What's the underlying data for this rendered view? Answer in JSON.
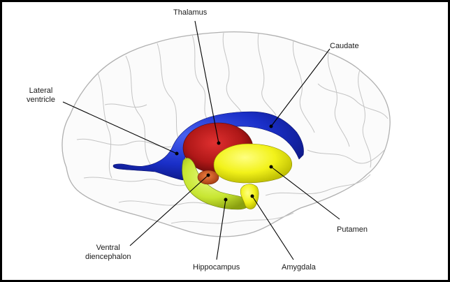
{
  "figure": {
    "title": "Subcortical structures within a translucent brain (lateral view)",
    "structures": [
      {
        "id": "thalamus",
        "label": "Thalamus",
        "color": "#b01818"
      },
      {
        "id": "caudate",
        "label": "Caudate",
        "color": "#1a2fc8"
      },
      {
        "id": "lateral-ventricle",
        "label_line1": "Lateral",
        "label_line2": "ventricle",
        "color": "#1a2fc8"
      },
      {
        "id": "putamen",
        "label": "Putamen",
        "color": "#f2f21a"
      },
      {
        "id": "ventral-diencephalon",
        "label_line1": "Ventral",
        "label_line2": "diencephalon",
        "color": "#d4551c"
      },
      {
        "id": "hippocampus",
        "label": "Hippocampus",
        "color": "#c8e632"
      },
      {
        "id": "amygdala",
        "label": "Amygdala",
        "color": "#e8e81a"
      }
    ],
    "colors": {
      "border": "#000000",
      "brain_outline": "#b0b0b0",
      "leader_line": "#000000"
    }
  }
}
